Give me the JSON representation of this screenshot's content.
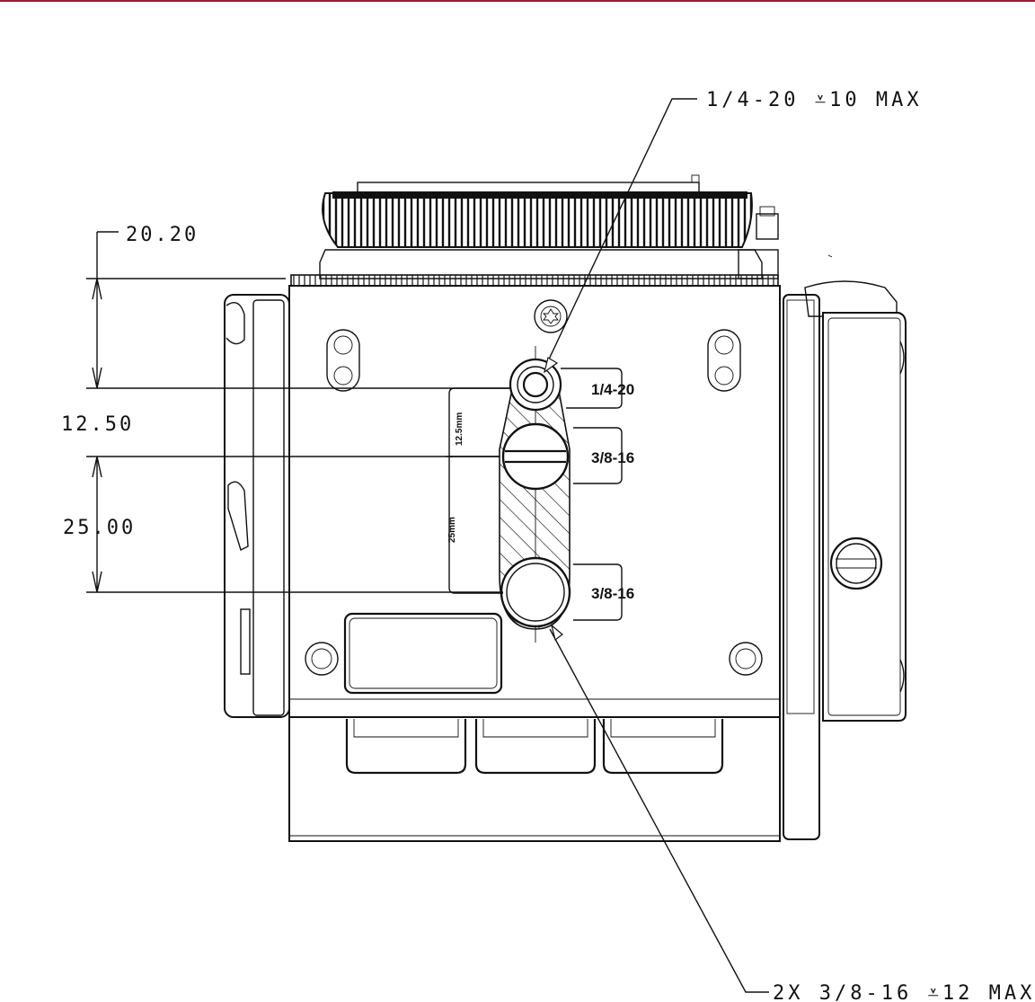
{
  "colors": {
    "top_bar": "#9b1b30",
    "line": "#111111",
    "background": "#ffffff"
  },
  "dimensions": {
    "top_offset": "20.20",
    "spacing_small": "12.50",
    "spacing_large": "25.00"
  },
  "callouts": {
    "top": "1/4-20 ⩡10 MAX",
    "bottom": "2X 3/8-16 ⩡12 MAX"
  },
  "hole_labels": {
    "quarter": "1/4-20",
    "upper_38": "3/8-16",
    "lower_38": "3/8-16"
  },
  "inner_dims": {
    "small": "12.5mm",
    "large": "25mm"
  }
}
